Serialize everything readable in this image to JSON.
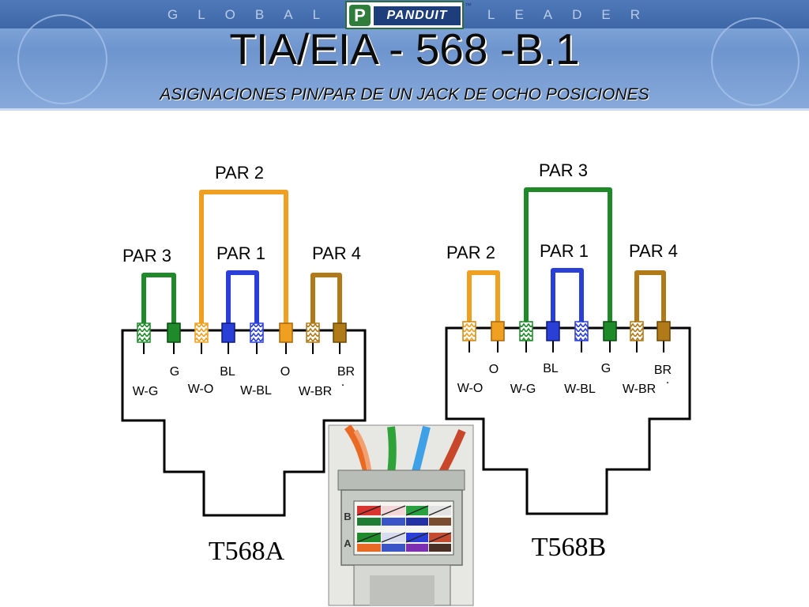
{
  "header": {
    "strip_left": "GLOBAL",
    "strip_right": "LEADER",
    "logo_mark": "P",
    "logo_text": "PANDUIT",
    "trademark": "™",
    "title": "TIA/EIA - 568 -B.1",
    "subtitle": "ASIGNACIONES PIN/PAR DE UN JACK DE OCHO POSICIONES"
  },
  "t568a": {
    "name": "T568A",
    "pairs": {
      "p3": "PAR 3",
      "p2": "PAR 2",
      "p1": "PAR 1",
      "p4": "PAR 4"
    },
    "top_labels": [
      "G",
      "BL",
      "O",
      "BR"
    ],
    "bottom_labels": [
      "W-G",
      "W-O",
      "W-BL",
      "W-BR"
    ],
    "dot": "."
  },
  "t568b": {
    "name": "T568B",
    "pairs": {
      "p2": "PAR 2",
      "p3": "PAR 3",
      "p1": "PAR 1",
      "p4": "PAR 4"
    },
    "top_labels": [
      "O",
      "BL",
      "G",
      "BR"
    ],
    "bottom_labels": [
      "W-O",
      "W-G",
      "W-BL",
      "W-BR"
    ],
    "dot": "."
  },
  "photo": {
    "label_b": "B",
    "label_a": "A"
  },
  "colors": {
    "green": "#1f8a2a",
    "orange": "#f0a020",
    "blue": "#2a3fd8",
    "brown": "#b07a18"
  }
}
